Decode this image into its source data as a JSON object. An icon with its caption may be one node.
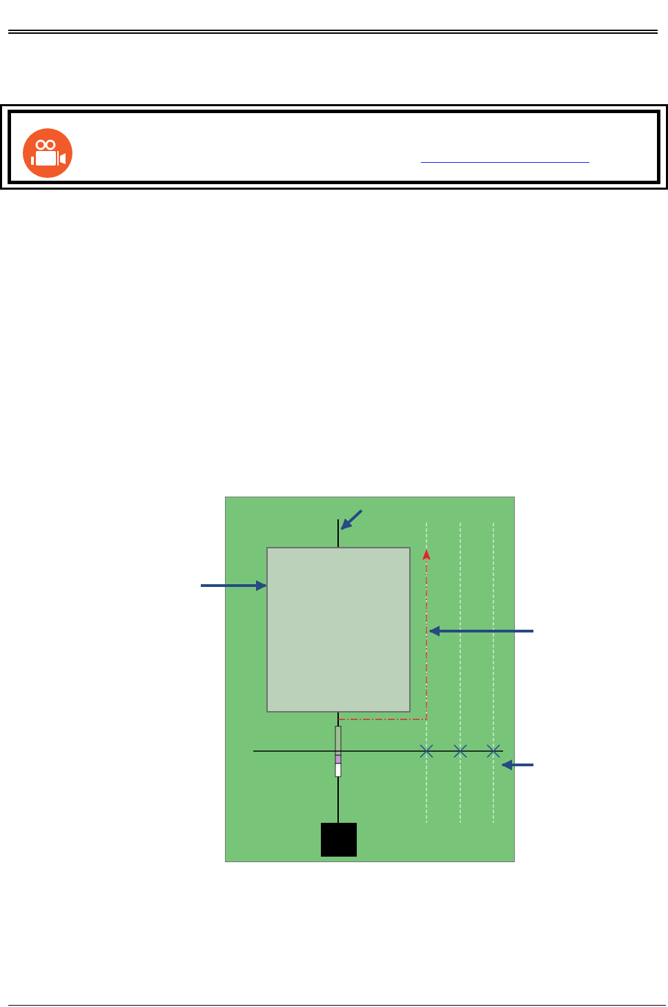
{
  "diagram": {
    "nodes": [
      {
        "text": [],
        "shape": "box"
      },
      {
        "text": [],
        "shape": "box",
        "in": 0
      },
      {
        "text": [],
        "shape": "box",
        "in": 0
      },
      {
        "text": [],
        "shape": "line",
        "in": 0
      },
      {
        "text": [],
        "shape": "line",
        "in": 0
      },
      {
        "text": [],
        "shape": "line",
        "in": 0
      }
    ],
    "edges": [
      {
        "from": null,
        "to": 3,
        "arrow": "to"
      },
      {
        "from": null,
        "to": 1,
        "arrow": "to"
      },
      {
        "from": null,
        "to": 4,
        "arrow": "to"
      },
      {
        "from": null,
        "to": 5,
        "arrow": "to"
      }
    ]
  }
}
